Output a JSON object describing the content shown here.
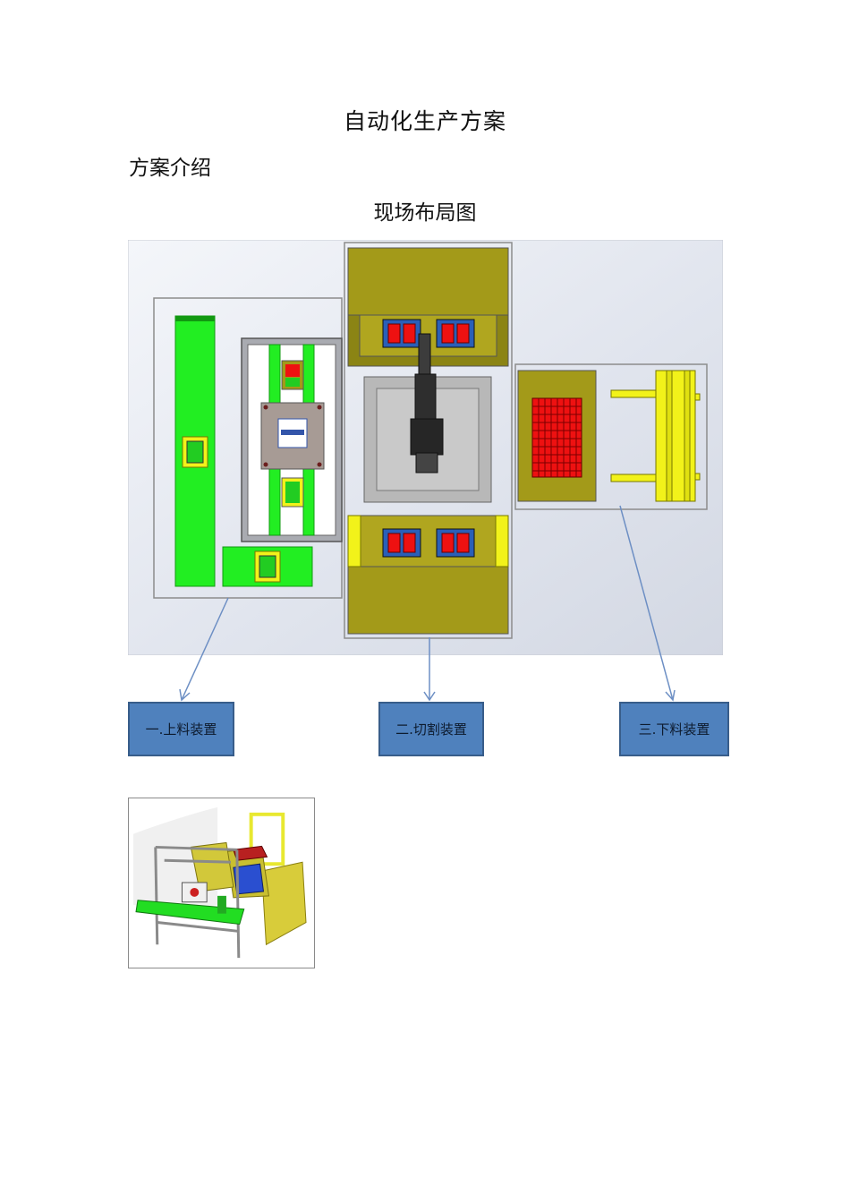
{
  "document": {
    "title": "自动化生产方案",
    "section_heading": "方案介绍",
    "figure_caption": "现场布局图"
  },
  "callouts": {
    "feed": "一.上料装置",
    "cut": "二.切割装置",
    "unload": "三.下料装置"
  },
  "colors": {
    "callout_fill": "#4f81bd",
    "callout_border": "#385d8a",
    "arrow": "#6d8fc4",
    "feed_green": "#22ee22",
    "cut_olive": "#a39a19",
    "unload_yellow": "#f2f21a",
    "parts_red": "#ee1111",
    "fixture_blue": "#2a5fb8"
  }
}
